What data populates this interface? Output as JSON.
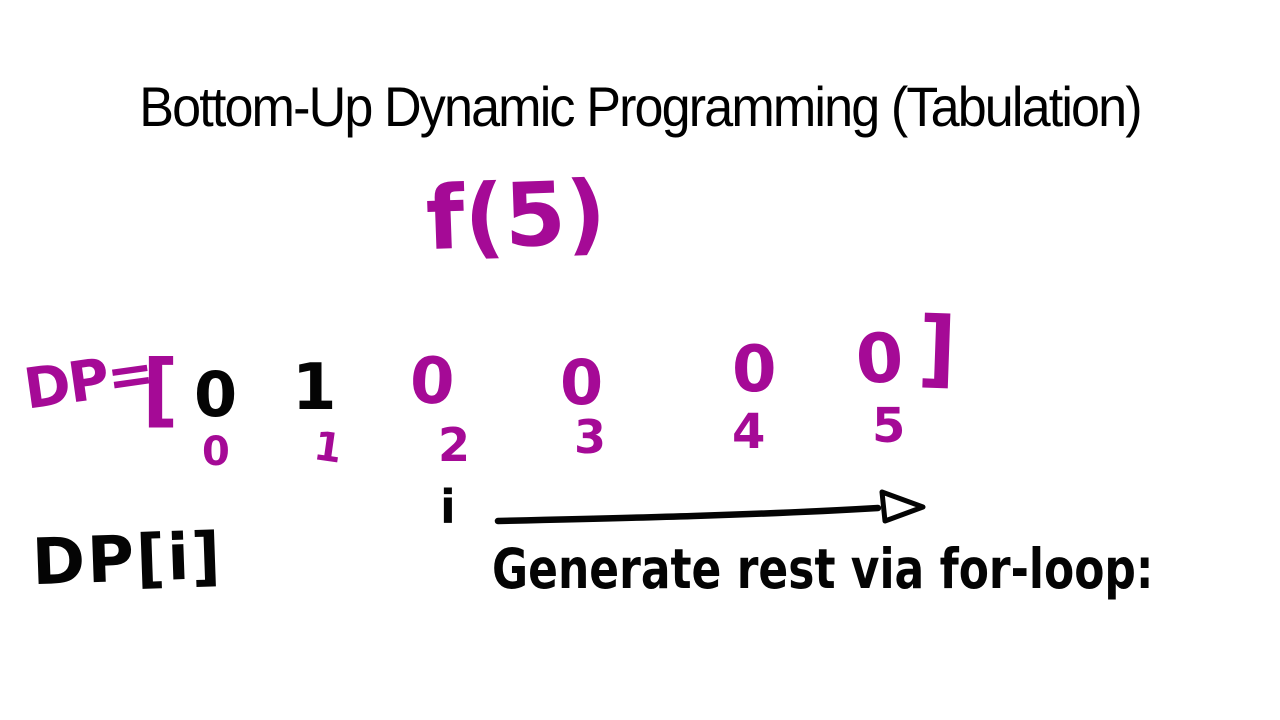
{
  "title": "Bottom-Up Dynamic Programming (Tabulation)",
  "function_call": "f(5)",
  "dp_array": {
    "label": "DP=",
    "open_bracket": "[",
    "close_bracket": "]",
    "cells": [
      {
        "value": "0",
        "index": "0",
        "ink": "black"
      },
      {
        "value": "1",
        "index": "1",
        "ink": "black"
      },
      {
        "value": "0",
        "index": "2",
        "ink": "magenta"
      },
      {
        "value": "0",
        "index": "3",
        "ink": "magenta"
      },
      {
        "value": "0",
        "index": "4",
        "ink": "magenta"
      },
      {
        "value": "0",
        "index": "5",
        "ink": "magenta"
      }
    ]
  },
  "iterator_label": "i",
  "dp_expression": "DP[i]",
  "annotation": "Generate rest via for-loop:",
  "colors": {
    "ink_black": "#040404",
    "pen_magenta": "#a50a96",
    "background": "#ffffff"
  }
}
